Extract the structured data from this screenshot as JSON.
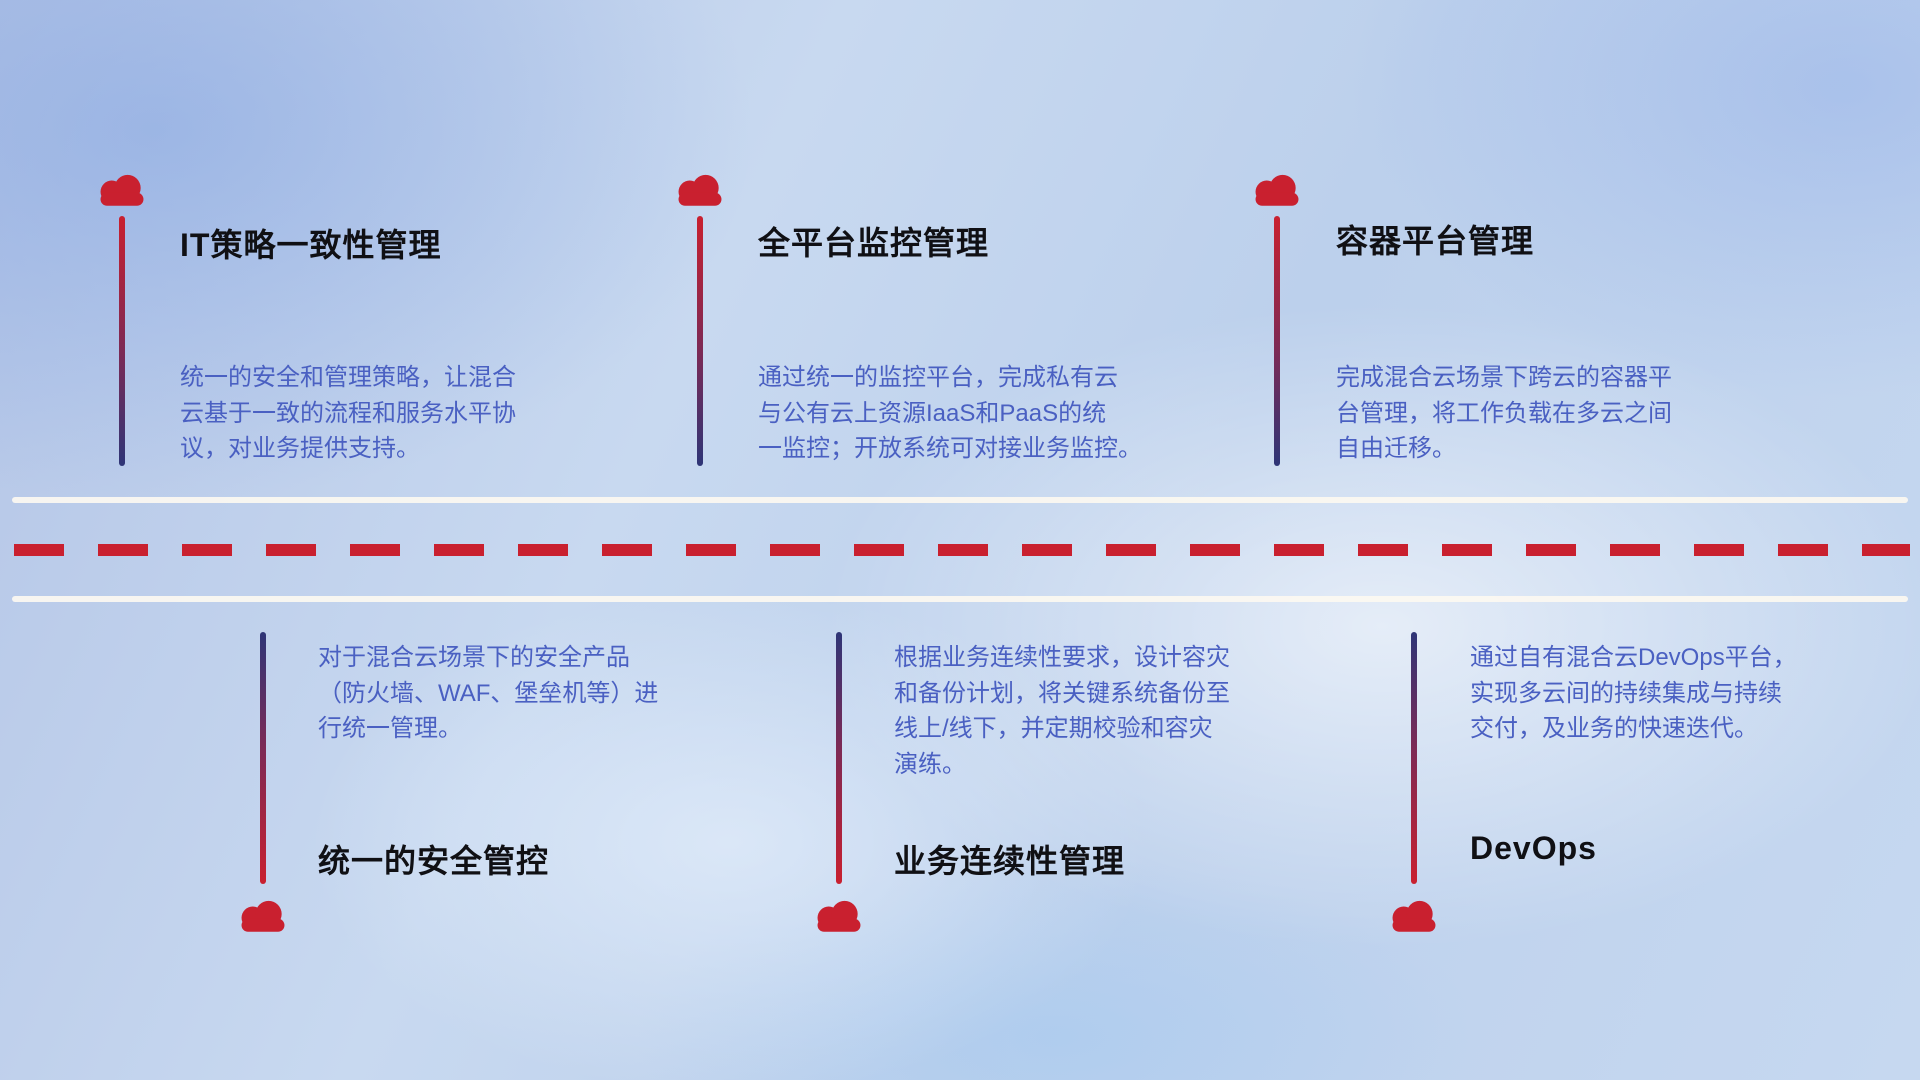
{
  "colors": {
    "accent-red": "#c9202f",
    "navy": "#2e3577",
    "desc-blue": "#4a60c2",
    "title-color": "#101014"
  },
  "top_items": [
    {
      "title": "IT策略一致性管理",
      "description": "统一的安全和管理策略，让混合\n云基于一致的流程和服务水平协\n议，对业务提供支持。"
    },
    {
      "title": "全平台监控管理",
      "description": "通过统一的监控平台，完成私有云\n与公有云上资源IaaS和PaaS的统\n一监控；开放系统可对接业务监控。"
    },
    {
      "title": "容器平台管理",
      "description": "完成混合云场景下跨云的容器平\n台管理，将工作负载在多云之间\n自由迁移。"
    }
  ],
  "bottom_items": [
    {
      "title": "统一的安全管控",
      "description": "对于混合云场景下的安全产品\n（防火墙、WAF、堡垒机等）进\n行统一管理。"
    },
    {
      "title": "业务连续性管理",
      "description": "根据业务连续性要求，设计容灾\n和备份计划，将关键系统备份至\n线上/线下，并定期校验和容灾\n演练。"
    },
    {
      "title": "DevOps",
      "description": "通过自有混合云DevOps平台，\n实现多云间的持续集成与持续\n交付，及业务的快速迭代。"
    }
  ]
}
